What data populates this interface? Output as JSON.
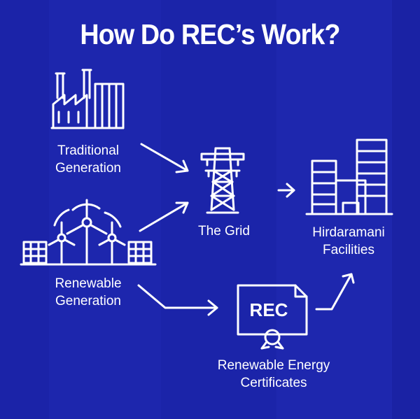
{
  "title": "How Do REC’s Work?",
  "nodes": {
    "traditional": {
      "line1": "Traditional",
      "line2": "Generation"
    },
    "renewable": {
      "line1": "Renewable",
      "line2": "Generation"
    },
    "grid": {
      "label": "The Grid"
    },
    "facilities": {
      "line1": "Hirdaramani",
      "line2": "Facilities"
    },
    "certificates": {
      "line1": "Renewable Energy",
      "line2": "Certificates",
      "badge": "REC"
    }
  },
  "colors": {
    "background": "#1d26ad",
    "foreground": "#ffffff"
  }
}
